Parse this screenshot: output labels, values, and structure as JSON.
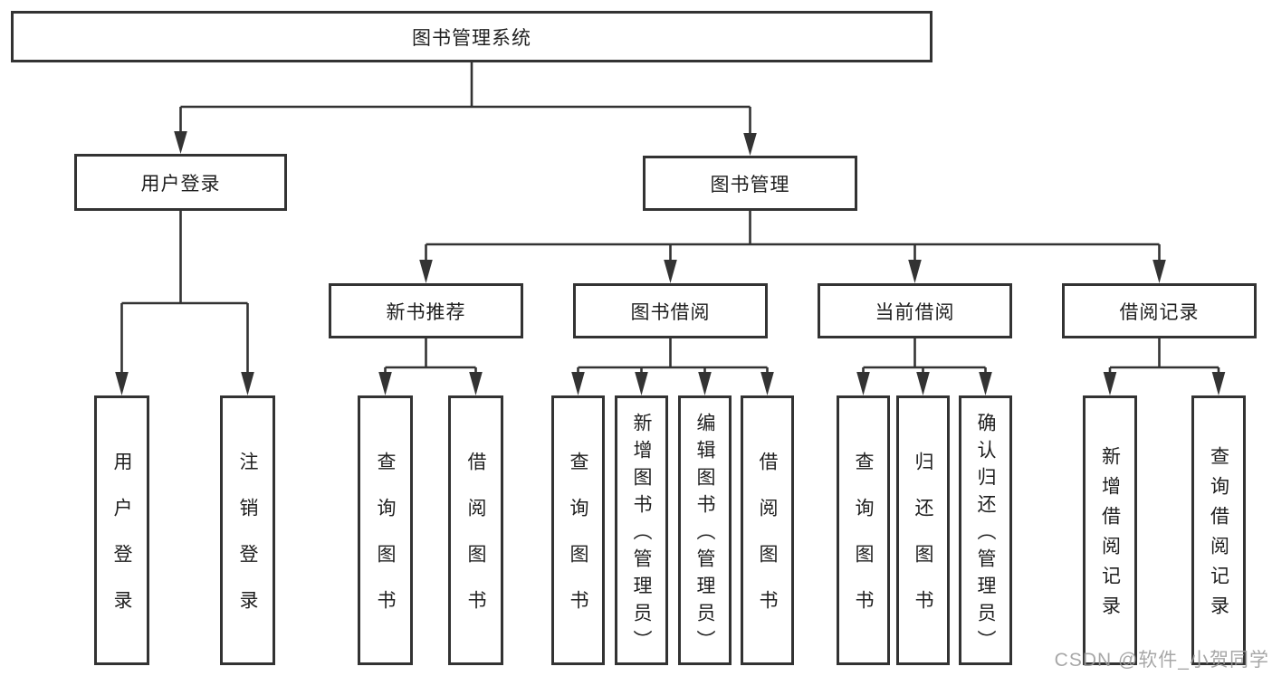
{
  "diagram_title": "图书管理系统",
  "hierarchy": {
    "label": "图书管理系统",
    "children": [
      {
        "label": "用户登录",
        "children": [
          {
            "label": "用户登录"
          },
          {
            "label": "注销登录"
          }
        ]
      },
      {
        "label": "图书管理",
        "children": [
          {
            "label": "新书推荐",
            "children": [
              {
                "label": "查询图书"
              },
              {
                "label": "借阅图书"
              }
            ]
          },
          {
            "label": "图书借阅",
            "children": [
              {
                "label": "查询图书"
              },
              {
                "label": "新增图书（管理员）"
              },
              {
                "label": "编辑图书（管理员）"
              },
              {
                "label": "借阅图书"
              }
            ]
          },
          {
            "label": "当前借阅",
            "children": [
              {
                "label": "查询图书"
              },
              {
                "label": "归还图书"
              },
              {
                "label": "确认归还（管理员）"
              }
            ]
          },
          {
            "label": "借阅记录",
            "children": [
              {
                "label": "新增借阅记录"
              },
              {
                "label": "查询借阅记录"
              }
            ]
          }
        ]
      }
    ]
  },
  "watermark": {
    "text": "CSDN @软件_小贺同学"
  },
  "colors": {
    "line": "#333333",
    "box_border": "#333333",
    "text": "#1f1f1f",
    "watermark": "#9c9c9c",
    "background": "#ffffff"
  }
}
